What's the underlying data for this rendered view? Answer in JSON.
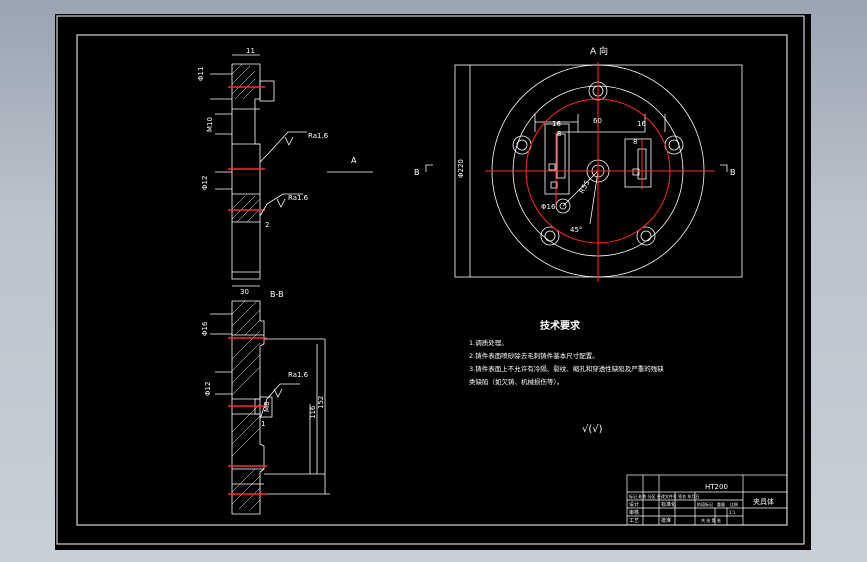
{
  "colors": {
    "background": "#000000",
    "line": "#ffffff",
    "centerline": "#ff2a2a",
    "section_hatch": "#ffffff",
    "viewport": "#b4bcc6"
  },
  "views": {
    "a_view_title": "A 向",
    "section_bb_title": "B-B",
    "view_arrow_a": "A",
    "cut_b_left": "B",
    "cut_b_right": "B"
  },
  "dims": {
    "top_width": "11",
    "bottom_width": "30",
    "rough_1": "Ra1.6",
    "rough_2": "Ra1.6",
    "rough_3": "Ra1.6",
    "side_dim_1": "Φ11",
    "side_dim_2": "M10",
    "side_dim_3": "Φ12",
    "side_dim_4": "2",
    "a_left_16": "16",
    "a_mid_60": "60",
    "a_right_16": "16",
    "a_small_8a": "8",
    "a_small_8b": "8",
    "a_diameter_left": "Φ220",
    "a_radius": "R55",
    "a_angle": "45°",
    "a_hole": "Φ16",
    "bb_dim_1": "Φ16",
    "bb_dim_2": "Φ12",
    "bb_dim_3": "Ra1.6",
    "bb_dim_4": "1",
    "bb_vert_1": "116",
    "bb_vert_2": "152",
    "bb_small": "M8"
  },
  "notes": {
    "title": "技术要求",
    "line1": "1.调质处理。",
    "line2": "2.铸件表面喷砂除去毛刺铸件基本尺寸配置。",
    "line3": "3.铸件表面上不允许有冷隔、裂纹、缩孔和穿透性缺陷及严重的残缺",
    "line4": "类缺陷（如欠铸、机械损伤等）。",
    "surface_symbol": "√(√)"
  },
  "title_block": {
    "material": "HT200",
    "part_name": "夹具体",
    "row_header": "标记 处数 分区 更改文件号 签名 年月日",
    "designer": "设计",
    "standard": "标准化",
    "stage": "阶段标记",
    "weight": "重量",
    "scale": "比例",
    "sheet": "共 张 第 张",
    "approve": "批准",
    "process": "工艺",
    "check": "审核",
    "scale_value": "1:1"
  }
}
